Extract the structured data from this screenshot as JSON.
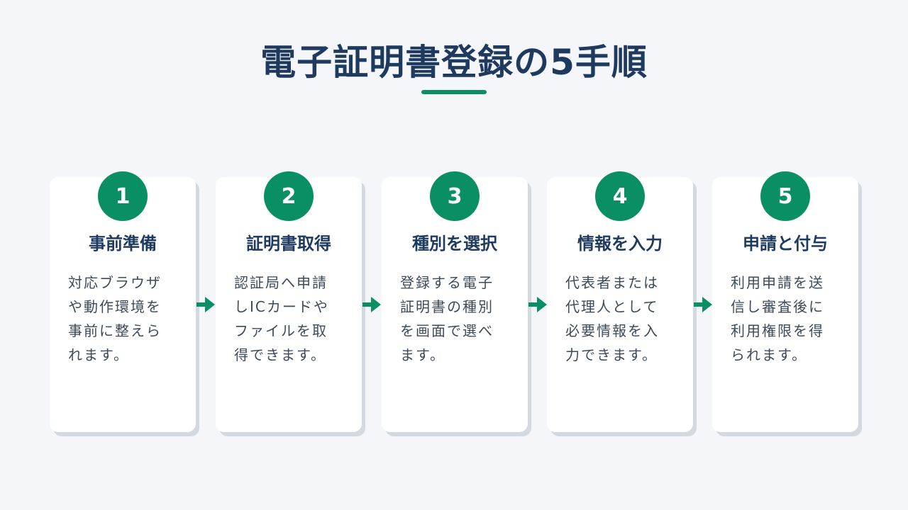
{
  "title": "電子証明書登録の5手順",
  "accent_color": "#0a8f64",
  "title_color": "#1e3a5f",
  "steps": [
    {
      "number": "1",
      "title": "事前準備",
      "description": "対応ブラウザや動作環境を事前に整えられます。"
    },
    {
      "number": "2",
      "title": "証明書取得",
      "description": "認証局へ申請しICカードやファイルを取得できます。"
    },
    {
      "number": "3",
      "title": "種別を選択",
      "description": "登録する電子証明書の種別を画面で選べます。"
    },
    {
      "number": "4",
      "title": "情報を入力",
      "description": "代表者または代理人として必要情報を入力できます。"
    },
    {
      "number": "5",
      "title": "申請と付与",
      "description": "利用申請を送信し審査後に利用権限を得られます。"
    }
  ]
}
